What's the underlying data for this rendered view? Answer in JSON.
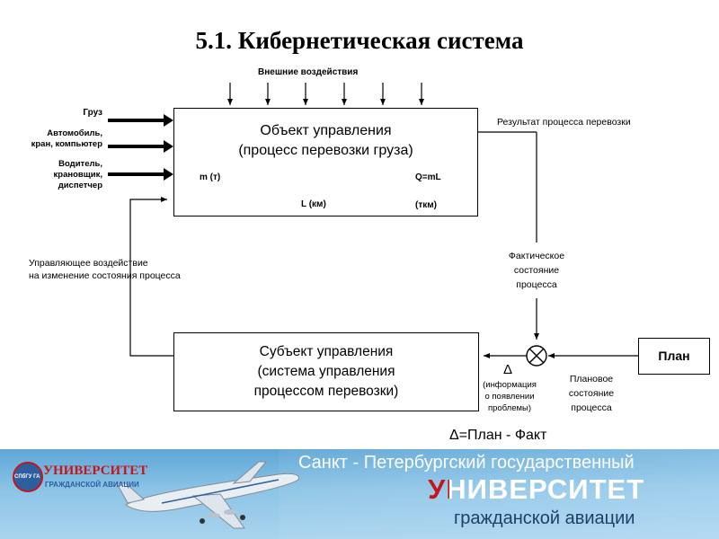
{
  "title": "5.1. Кибернетическая система",
  "external": "Внешние воздействия",
  "inputs": {
    "cargo": "Груз",
    "vehicle_line1": "Автомобиль,",
    "vehicle_line2": "кран, компьютер",
    "people_line1": "Водитель,",
    "people_line2": "крановщик,",
    "people_line3": "диспетчер"
  },
  "object_box": {
    "line1": "Объект управления",
    "line2": "(процесс перевозки груза)",
    "mass": "m (т)",
    "work": "Q=mL",
    "distance": "L (км)",
    "tkm": "(ткм)"
  },
  "result": "Результат процесса перевозки",
  "control_action": {
    "line1": "Управляющее воздействие",
    "line2": "на изменение состояния процесса"
  },
  "actual_state": {
    "line1": "Фактическое",
    "line2": "состояние",
    "line3": "процесса"
  },
  "subject_box": {
    "line1": "Субъект управления",
    "line2": "(система управления",
    "line3": "процессом перевозки)"
  },
  "delta": "Δ",
  "info": {
    "line1": "(информация",
    "line2": "о появлении",
    "line3": "проблемы)"
  },
  "plan_state": {
    "line1": "Плановое",
    "line2": "состояние",
    "line3": "процесса"
  },
  "plan": "План",
  "formula": "Δ=План - Факт",
  "banner": {
    "logo_line1": "УНИВЕРСИТЕТ",
    "logo_line2": "ГРАЖДАНСКОЙ АВИАЦИИ",
    "logo_badge": "СПбГУ ГА",
    "line1": "Санкт - Петербургский государственный",
    "line2": "УНИВЕРСИТЕТ",
    "line3": "гражданской авиации"
  },
  "colors": {
    "ellipse": "#4f86c6",
    "banner_red": "#c4161c",
    "banner_blue": "#2d5f9e"
  }
}
